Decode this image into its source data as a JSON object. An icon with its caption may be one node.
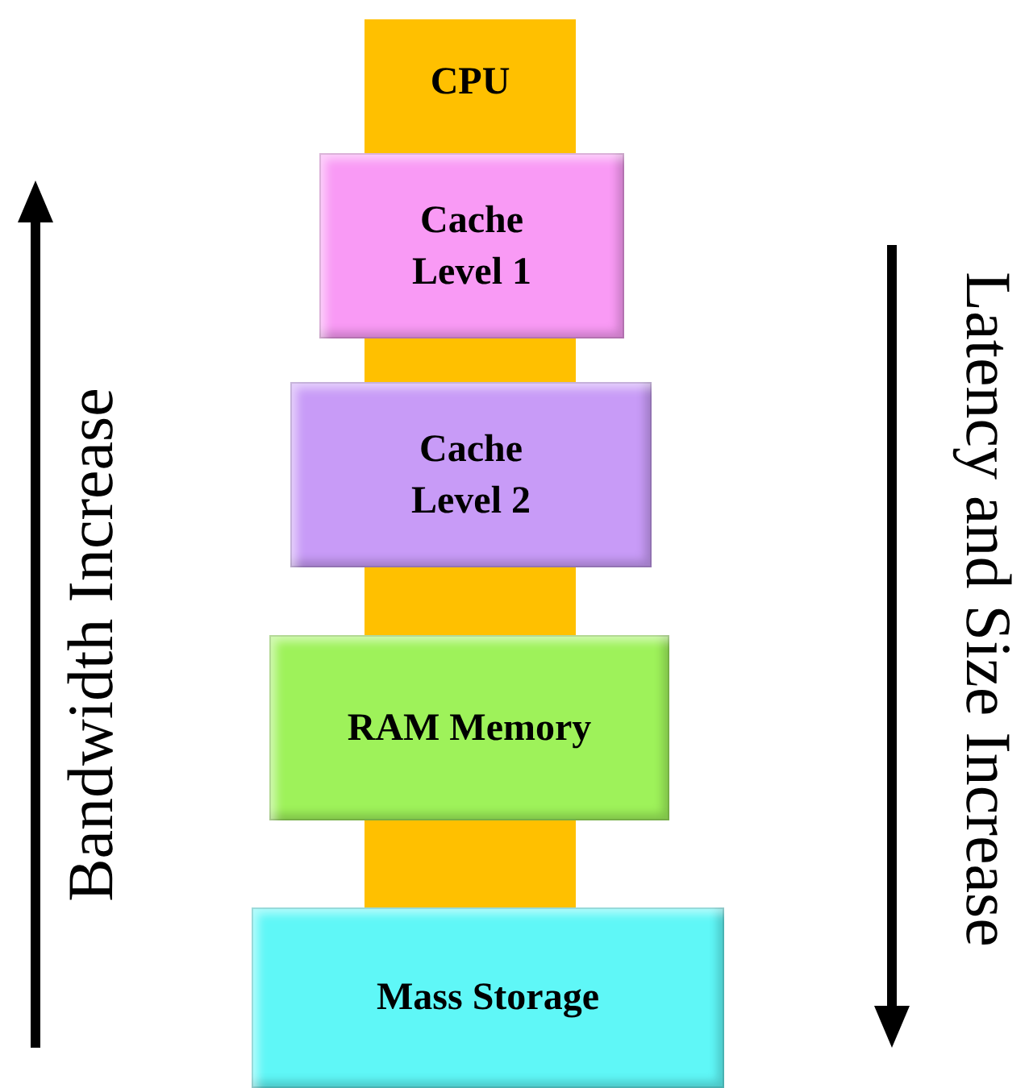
{
  "diagram": {
    "nodes": [
      {
        "text": [
          "CPU"
        ]
      },
      {
        "text": [
          "Cache Level 1"
        ]
      },
      {
        "text": [
          "Cache Level 2"
        ]
      },
      {
        "text": [
          "RAM Memory"
        ]
      },
      {
        "text": [
          "Mass Storage"
        ]
      }
    ],
    "edges": [
      {
        "from": 1,
        "to": 2,
        "arrow": "none"
      },
      {
        "from": 2,
        "to": 3,
        "arrow": "none"
      },
      {
        "from": 3,
        "to": 4,
        "arrow": "none"
      }
    ],
    "labels": [
      "Bandwidth Increase",
      "Latency and Size Increase"
    ]
  }
}
